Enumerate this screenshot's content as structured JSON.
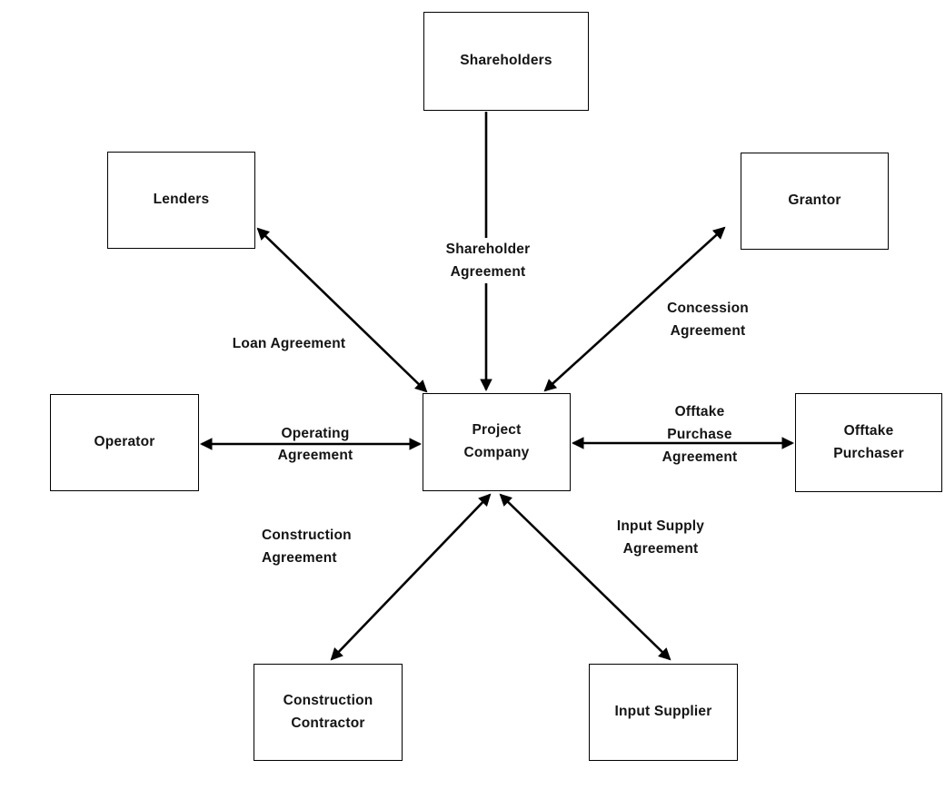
{
  "colors": {
    "background": "#ffffff",
    "stroke": "#000000",
    "box_fill": "#ffffff",
    "text": "#141414"
  },
  "nodes": {
    "shareholders": "Shareholders",
    "lenders": "Lenders",
    "grantor": "Grantor",
    "operator": "Operator",
    "project_company": "Project\nCompany",
    "offtake_purchaser": "Offtake\nPurchaser",
    "construction_contractor": "Construction\nContractor",
    "input_supplier": "Input Supplier"
  },
  "edge_labels": {
    "shareholder": "Shareholder\nAgreement",
    "loan": "Loan Agreement",
    "concession": "Concession\nAgreement",
    "operating": "Operating\nAgreement",
    "offtake": "Offtake\nPurchase\nAgreement",
    "construction": "Construction\nAgreement",
    "input_supply": "Input Supply\nAgreement"
  },
  "edges": [
    {
      "from": "Shareholders",
      "to": "Project Company",
      "label": "Shareholder Agreement",
      "direction": "one-way"
    },
    {
      "from": "Lenders",
      "to": "Project Company",
      "label": "Loan Agreement",
      "direction": "two-way"
    },
    {
      "from": "Grantor",
      "to": "Project Company",
      "label": "Concession Agreement",
      "direction": "two-way"
    },
    {
      "from": "Operator",
      "to": "Project Company",
      "label": "Operating Agreement",
      "direction": "two-way"
    },
    {
      "from": "Offtake Purchaser",
      "to": "Project Company",
      "label": "Offtake Purchase Agreement",
      "direction": "two-way"
    },
    {
      "from": "Construction Contractor",
      "to": "Project Company",
      "label": "Construction Agreement",
      "direction": "two-way"
    },
    {
      "from": "Input Supplier",
      "to": "Project Company",
      "label": "Input Supply Agreement",
      "direction": "two-way"
    }
  ]
}
